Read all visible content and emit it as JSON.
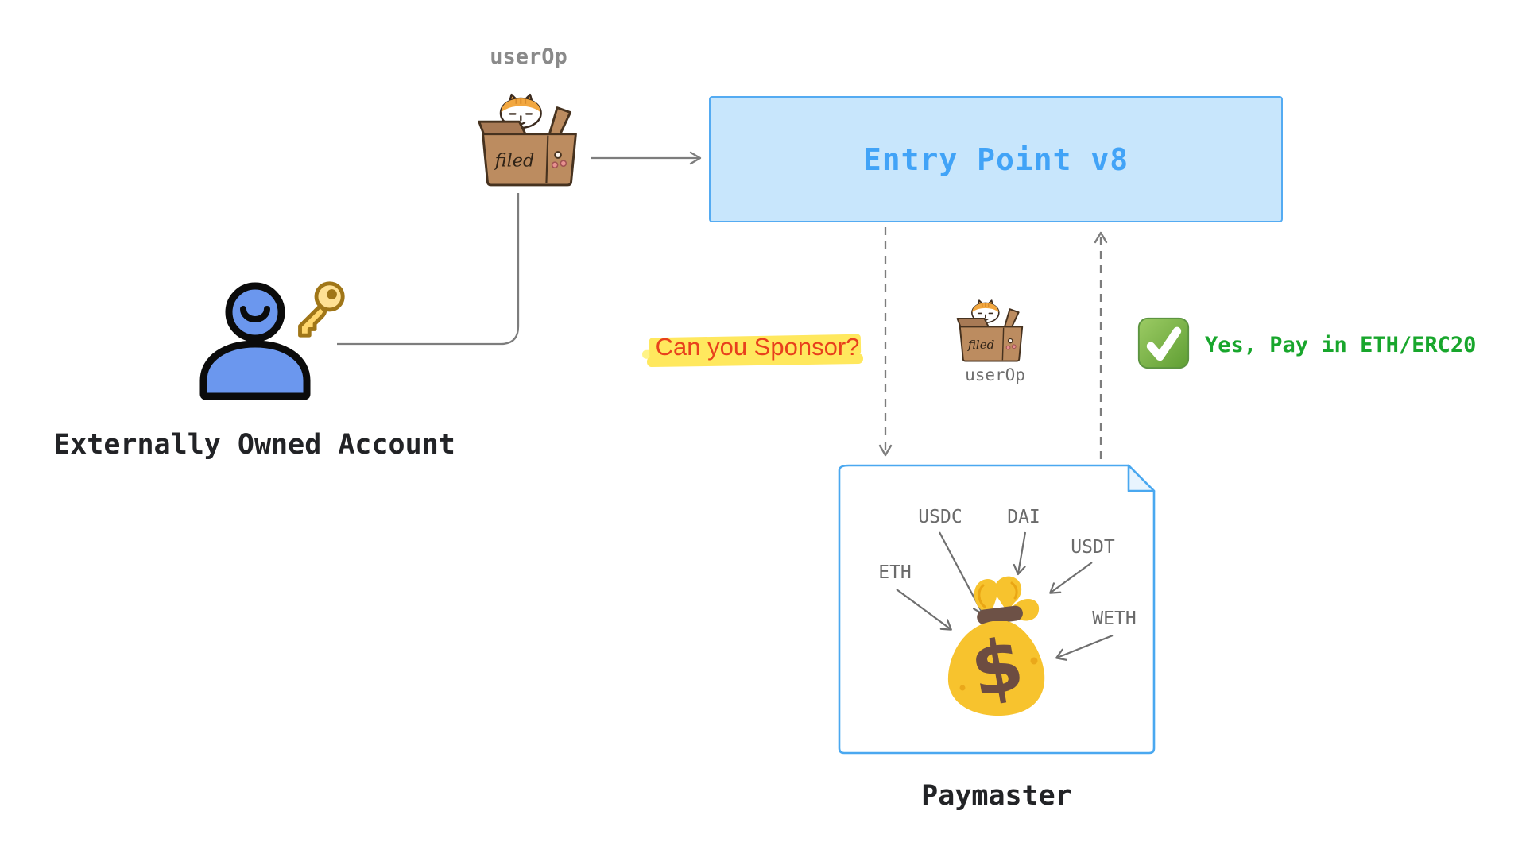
{
  "diagram": {
    "entry_point": {
      "label": "Entry Point v8",
      "fill": "#c8e6fc",
      "border_color": "#54abf2",
      "text_color": "#41a3f7"
    },
    "eoa": {
      "label": "Externally Owned Account"
    },
    "userop": {
      "top_label": "userOp",
      "mid_label": "userOp",
      "box_text": "filed"
    },
    "sponsor": {
      "question": "Can you Sponsor?",
      "question_color": "#e8401c",
      "highlight_color": "#ffe85e",
      "answer": "Yes, Pay in ETH/ERC20",
      "answer_color": "#18a62c"
    },
    "paymaster": {
      "label": "Paymaster",
      "border_color": "#4aa8f0",
      "dollar": "$",
      "tokens": [
        "ETH",
        "USDC",
        "DAI",
        "USDT",
        "WETH"
      ]
    },
    "arrow_color": "#7d7d7d",
    "icons": [
      "cat-in-filed-box-icon",
      "person-icon",
      "key-icon",
      "check-mark-icon",
      "money-bag-icon",
      "document-icon"
    ]
  }
}
